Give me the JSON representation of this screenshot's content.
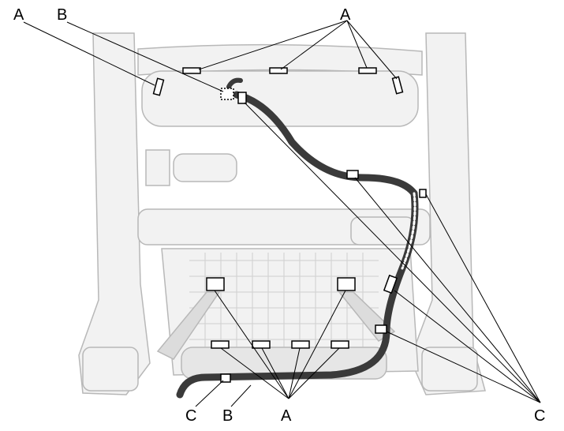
{
  "diagram": {
    "callouts": {
      "top_left_a": "A",
      "top_left_b": "B",
      "top_right_a": "A",
      "bottom_c": "C",
      "bottom_b": "B",
      "bottom_a": "A",
      "bottom_right_c": "C"
    },
    "colors": {
      "frame_fill": "#f2f2f2",
      "frame_stroke": "#b8b8b8",
      "harness": "#3a3a3a",
      "leader": "#000000"
    }
  }
}
